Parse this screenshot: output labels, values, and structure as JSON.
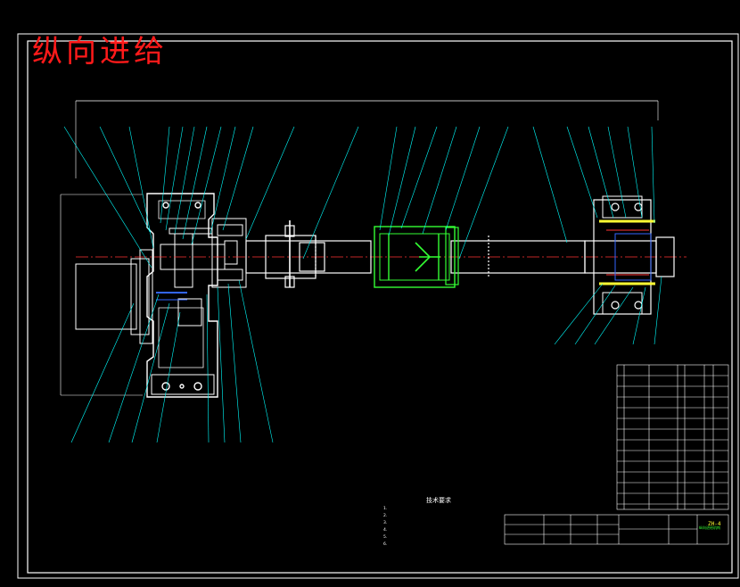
{
  "title": "纵向进给",
  "tech_requirements": {
    "heading": "技术要求",
    "items": [
      "1.",
      "2.",
      "3.",
      "4.",
      "5.",
      "6."
    ]
  },
  "title_block": {
    "drawing_no": "ZH-4",
    "drawing_name": "纵向进给机构"
  },
  "colors": {
    "background": "#000000",
    "outline": "#ffffff",
    "title": "#ff1a1a",
    "highlight_part": "#33ff33",
    "leader_lines": "#00ffff",
    "center_lines": "#ff3333",
    "accent": "#ffff33",
    "blue": "#3366ff"
  }
}
